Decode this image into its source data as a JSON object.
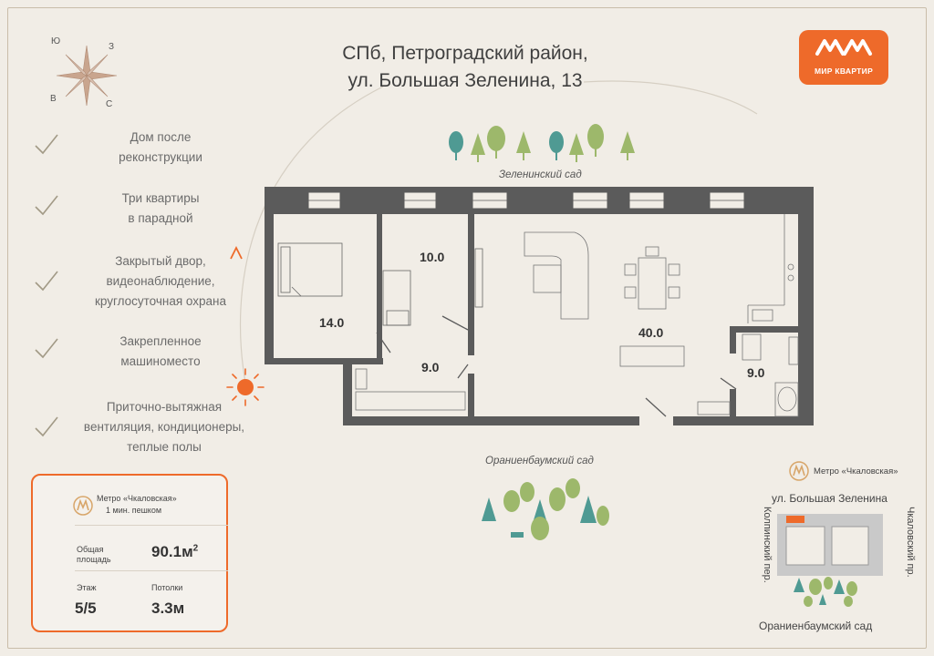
{
  "header": {
    "title_line1": "СПб, Петроградский район,",
    "title_line2": "ул. Большая Зеленина, 13"
  },
  "logo": {
    "text": "МИР КВАРТИР",
    "mark": "ΛΛλ",
    "color": "#ee6a2a"
  },
  "compass": {
    "north": "Ю",
    "east": "З",
    "west": "В",
    "south": "С"
  },
  "features": [
    {
      "line1": "Дом после",
      "line2": "реконструкции",
      "line3": ""
    },
    {
      "line1": "Три квартиры",
      "line2": "в парадной",
      "line3": ""
    },
    {
      "line1": "Закрытый двор,",
      "line2": "видеонаблюдение,",
      "line3": "круглосуточная охрана"
    },
    {
      "line1": "Закрепленное",
      "line2": "машиноместо",
      "line3": ""
    },
    {
      "line1": "Приточно-вытяжная",
      "line2": "вентиляция, кондиционеры,",
      "line3": "теплые полы"
    }
  ],
  "plan": {
    "garden_top": "Зеленинский сад",
    "garden_bottom": "Ораниенбаумский сад",
    "rooms": [
      {
        "area": "14.0"
      },
      {
        "area": "10.0"
      },
      {
        "area": "9.0"
      },
      {
        "area": "40.0"
      },
      {
        "area": "9.0"
      }
    ]
  },
  "card": {
    "metro_name": "Метро «Чкаловская»",
    "metro_walk": "1 мин. пешком",
    "area_label_1": "Общая",
    "area_label_2": "площадь",
    "area_value": "90.1м",
    "area_sup": "2",
    "floor_label": "Этаж",
    "floor_value": "5/5",
    "ceiling_label": "Потолки",
    "ceiling_value": "3.3м"
  },
  "map": {
    "metro": "Метро «Чкаловская»",
    "street_top": "ул. Большая Зеленина",
    "street_left": "Колпинский пер.",
    "street_right": "Чкаловский пр.",
    "garden": "Ораниенбаумский сад"
  },
  "colors": {
    "accent": "#ee6a2a",
    "wall": "#5b5b5b",
    "tree_green": "#9db86b",
    "tree_teal": "#4f9a93"
  }
}
